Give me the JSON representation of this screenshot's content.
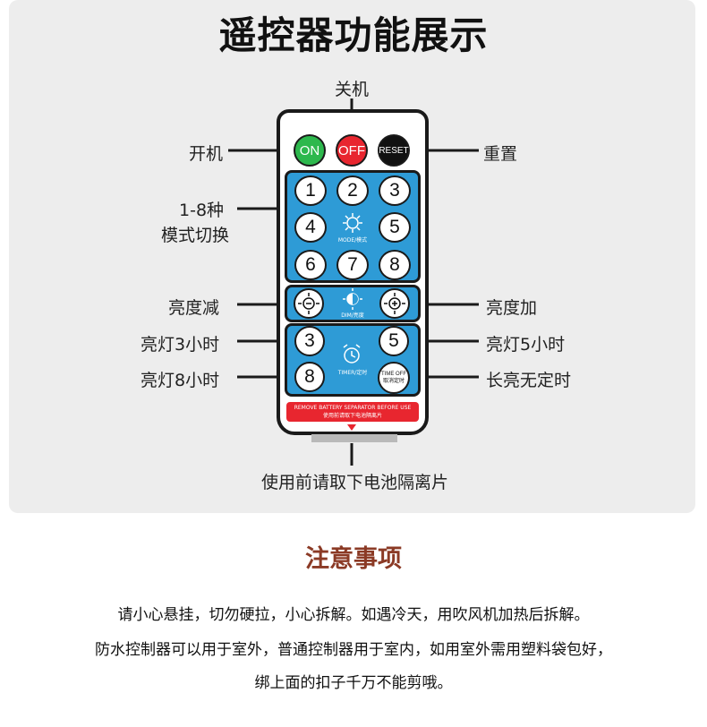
{
  "title": "遥控器功能展示",
  "labels": {
    "off_power": "关机",
    "on_power": "开机",
    "reset": "重置",
    "mode_switch_line1": "1-8种",
    "mode_switch_line2": "模式切换",
    "dim_down": "亮度减",
    "dim_up": "亮度加",
    "timer3": "亮灯3小时",
    "timer5": "亮灯5小时",
    "timer8": "亮灯8小时",
    "always_on": "长亮无定时",
    "remove_separator": "使用前请取下电池隔离片"
  },
  "remote": {
    "on_label": "ON",
    "off_label": "OFF",
    "reset_label": "RESET",
    "mode_buttons": [
      "1",
      "2",
      "3",
      "4",
      "5",
      "6",
      "7",
      "8"
    ],
    "mode_caption": "MODE/模式",
    "dim_caption": "DIM/亮度",
    "timer_buttons": [
      "3",
      "5",
      "8"
    ],
    "timer_caption": "TIMER/定时",
    "timer_off_line1": "TIME OFF",
    "timer_off_line2": "取消定时",
    "separator_line1": "REMOVE BATTERY SEPARATOR BEFORE USE",
    "separator_line2": "使用前请取下电池隔离片",
    "colors": {
      "on": "#2db84d",
      "off": "#e8262f",
      "reset": "#111111",
      "blue": "#2e9bd6"
    }
  },
  "notes": {
    "heading": "注意事项",
    "lines": [
      "请小心悬挂，切勿硬拉，小心拆解。如遇冷天，用吹风机加热后拆解。",
      "防水控制器可以用于室外，普通控制器用于室内，如用室外需用塑料袋包好，",
      "绑上面的扣子千万不能剪哦。"
    ]
  }
}
